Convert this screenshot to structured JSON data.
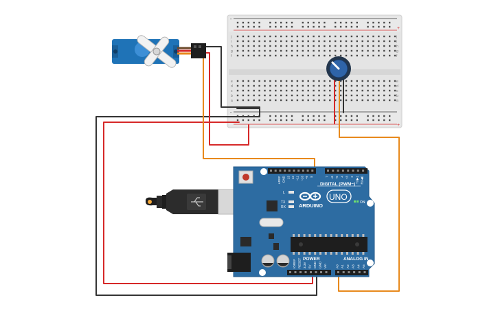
{
  "board": {
    "logo_text": "ARDUINO",
    "model": "UNO",
    "digital_label": "DIGITAL (PWM~)",
    "power_label": "POWER",
    "analog_label": "ANALOG IN",
    "on_label": "ON",
    "led_l": "L",
    "led_tx": "TX",
    "led_rx": "RX",
    "top_pins": [
      "AREF",
      "GND",
      "13",
      "12",
      "~11",
      "~10",
      "~9",
      "8",
      "7",
      "~6",
      "~5",
      "4",
      "~3",
      "2",
      "TX▶1",
      "RX◀0"
    ],
    "power_pins": [
      "IOREF",
      "RESET",
      "3.3V",
      "5V",
      "GND",
      "GND",
      "Vin"
    ],
    "analog_pins": [
      "A0",
      "A1",
      "A2",
      "A3",
      "A4",
      "A5"
    ]
  },
  "breadboard": {
    "row_letters_top": [
      "j",
      "i",
      "h",
      "g",
      "f"
    ],
    "row_letters_bottom": [
      "e",
      "d",
      "c",
      "b",
      "a"
    ],
    "rail_plus": "+",
    "rail_minus": "-"
  },
  "colors": {
    "wire_red": "#d62828",
    "wire_black": "#333333",
    "wire_orange": "#e8891c",
    "board_blue": "#2d6ca2",
    "servo_blue": "#1f73b7",
    "breadboard_gray": "#e3e3e3"
  },
  "components": {
    "servo_icon": "servo-motor-icon",
    "potentiometer_icon": "potentiometer-icon",
    "usb_icon": "usb-cable-icon"
  }
}
